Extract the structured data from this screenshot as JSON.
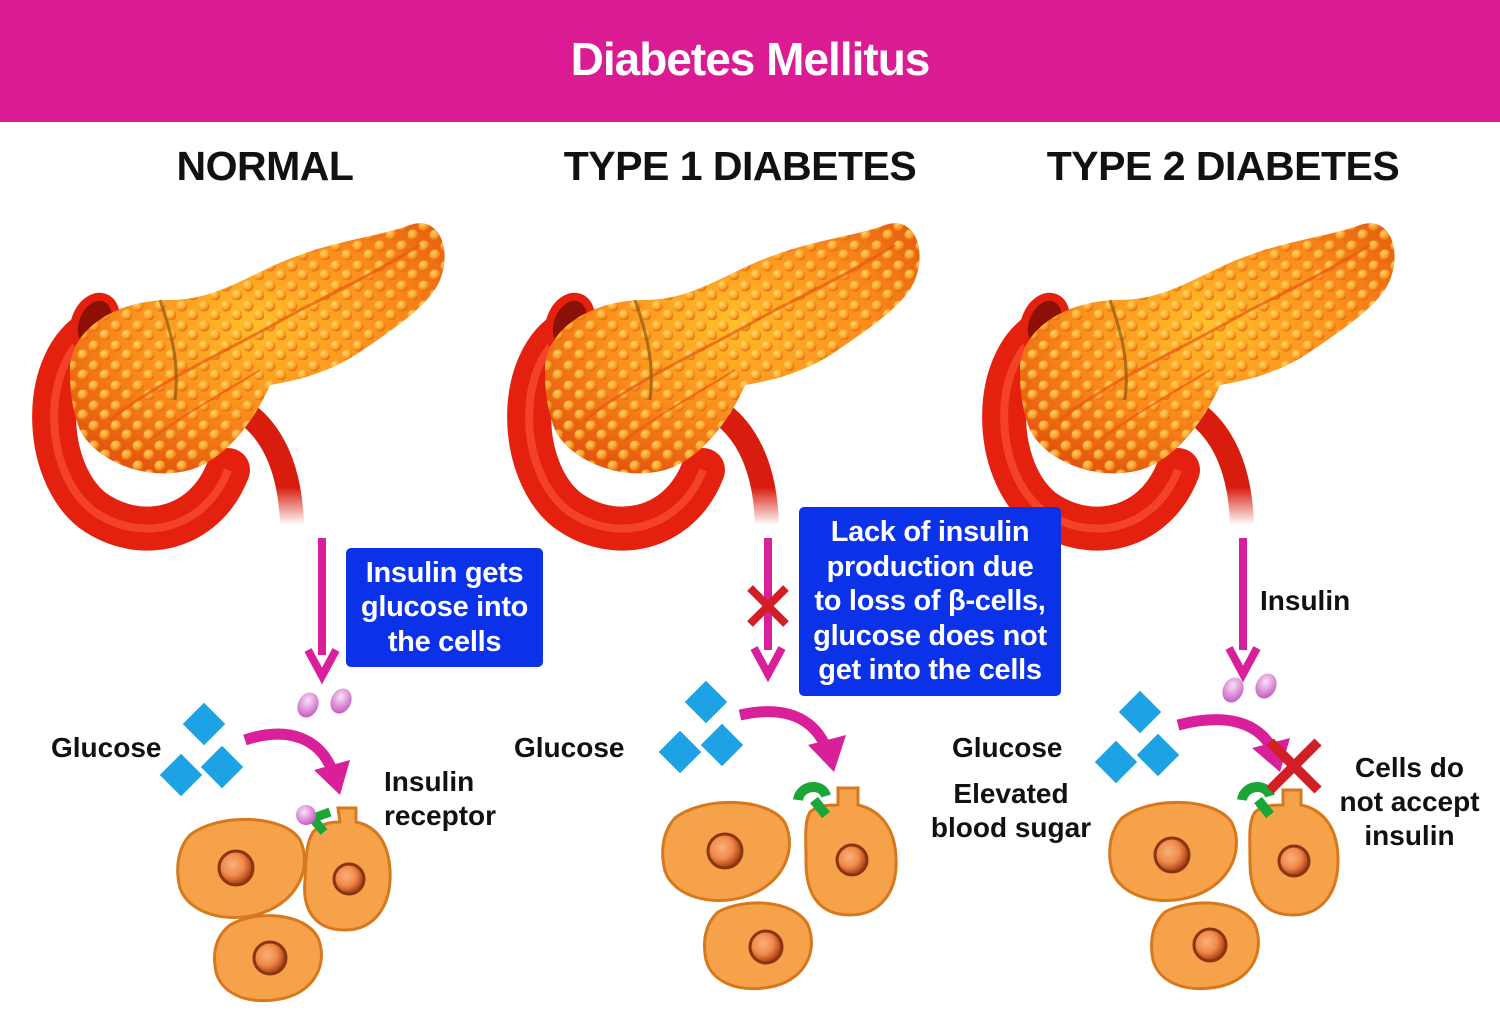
{
  "title": "Diabetes Mellitus",
  "colors": {
    "banner": "#da1b93",
    "arrow": "#d9209a",
    "callout": "#0b32e8",
    "glucose": "#1ea2e6",
    "insulin": "#e59be0",
    "receptor": "#1aa637",
    "cell": "#f6a24a",
    "nucleus": "#c24d18",
    "cross": "#d21f26",
    "pancreas": "#f97f1c",
    "vessel": "#e4200f"
  },
  "columns": [
    {
      "title": "NORMAL",
      "callout": "Insulin gets\nglucose into\nthe cells",
      "glucose_label": "Glucose",
      "receptor_label": "Insulin\nreceptor"
    },
    {
      "title": "TYPE 1 DIABETES",
      "callout": "Lack of insulin\nproduction due\nto loss of β-cells,\nglucose does not\nget into the cells",
      "glucose_label": "Glucose"
    },
    {
      "title": "TYPE 2 DIABETES",
      "insulin_label": "Insulin",
      "glucose_label": "Glucose",
      "sugar_label": "Elevated\nblood sugar",
      "rejection_label": "Cells do\nnot accept\ninsulin"
    }
  ]
}
